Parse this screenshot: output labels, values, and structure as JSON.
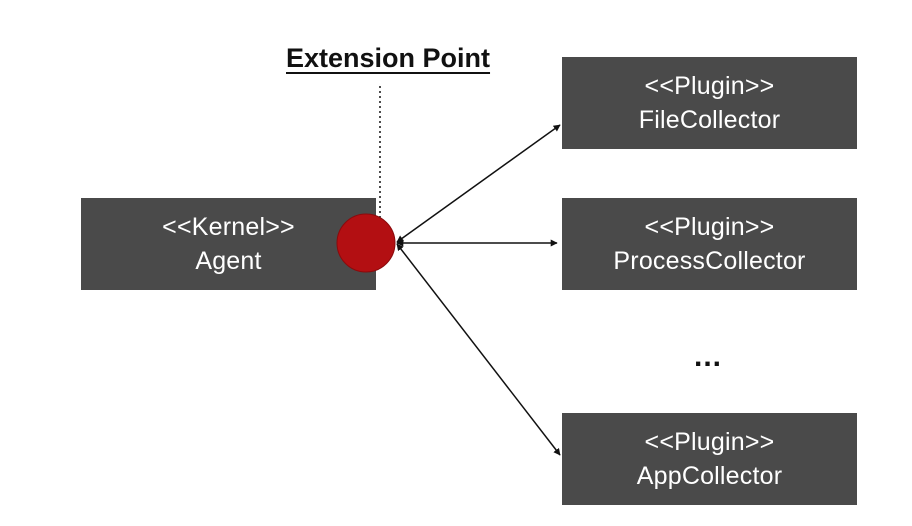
{
  "extension_point": {
    "label": "Extension Point"
  },
  "kernel": {
    "stereotype": "<<Kernel>>",
    "name": "Agent"
  },
  "plugins": [
    {
      "stereotype": "<<Plugin>>",
      "name": "FileCollector"
    },
    {
      "stereotype": "<<Plugin>>",
      "name": "ProcessCollector"
    },
    {
      "stereotype": "<<Plugin>>",
      "name": "AppCollector"
    }
  ],
  "ellipsis": "...",
  "colors": {
    "box_fill": "#4a4a4a",
    "box_text": "#ffffff",
    "extension_point_fill": "#b30f12",
    "line": "#111111"
  }
}
